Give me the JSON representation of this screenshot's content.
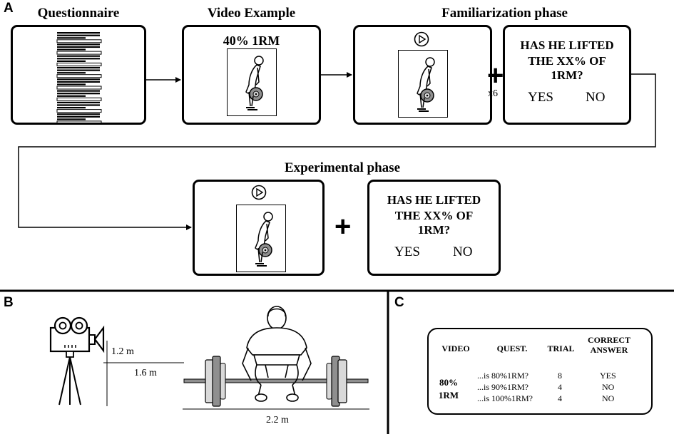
{
  "panels": {
    "a": {
      "letter": "A"
    },
    "b": {
      "letter": "B"
    },
    "c": {
      "letter": "C"
    }
  },
  "headings": {
    "questionnaire": "Questionnaire",
    "video_example": "Video Example",
    "familiarization": "Familiarization phase",
    "experimental": "Experimental phase"
  },
  "video_example": {
    "label": "40% 1RM"
  },
  "question": {
    "line1": "HAS HE LIFTED",
    "line2": "THE XX% OF",
    "line3": "1RM?",
    "yes": "YES",
    "no": "NO"
  },
  "repetition": "x6",
  "setup": {
    "camera_height": "1.2 m",
    "camera_distance": "1.6 m",
    "bar_length": "2.2 m"
  },
  "table": {
    "headers": [
      "VIDEO",
      "QUEST.",
      "TRIAL",
      "CORRECT ANSWER"
    ],
    "video_label": "80% 1RM",
    "rows": [
      {
        "quest": "...is 80%1RM?",
        "trial": "8",
        "answer": "YES"
      },
      {
        "quest": "...is 90%1RM?",
        "trial": "4",
        "answer": "NO"
      },
      {
        "quest": "...is 100%1RM?",
        "trial": "4",
        "answer": "NO"
      }
    ]
  },
  "colors": {
    "line": "#000000",
    "plate": "#8f8f8f",
    "plate_light": "#d9d9d9"
  },
  "icons": [
    "play-icon",
    "video-camera-icon",
    "lifter-figure",
    "barbell-icon",
    "plus-icon"
  ]
}
